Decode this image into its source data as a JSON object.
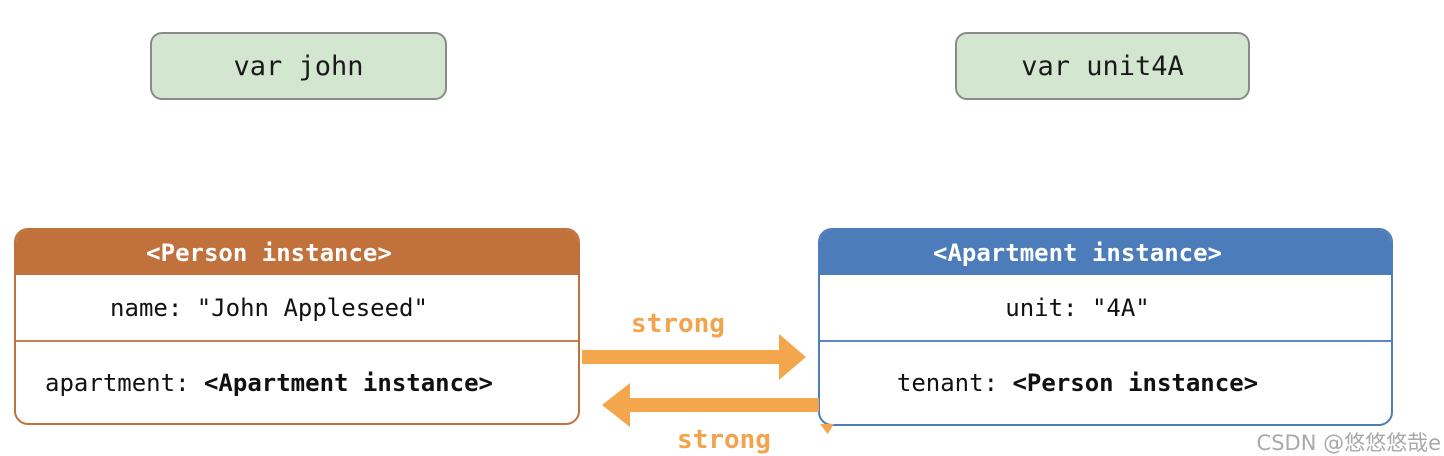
{
  "diagram": {
    "description": "Strong reference cycle between a Person instance and an Apartment instance",
    "variables": [
      {
        "label": "var john"
      },
      {
        "label": "var unit4A"
      }
    ],
    "instances": {
      "person": {
        "title": "<Person instance>",
        "rows": [
          {
            "name": "name: ",
            "value": "\"John Appleseed\""
          },
          {
            "name": "apartment: ",
            "value": "<Apartment instance>"
          }
        ]
      },
      "apartment": {
        "title": "<Apartment instance>",
        "rows": [
          {
            "name": "unit: ",
            "value": "\"4A\""
          },
          {
            "name": "tenant: ",
            "value": "<Person instance>"
          }
        ]
      }
    },
    "references": [
      {
        "from": "Person instance",
        "to": "Apartment instance",
        "label": "strong",
        "direction": "right"
      },
      {
        "from": "Apartment instance",
        "to": "Person instance",
        "label": "strong",
        "direction": "left"
      }
    ],
    "colors": {
      "person_header": "#C1713C",
      "apartment_header": "#4C7CBA",
      "arrow_orange": "#F3A64C",
      "strong_label_orange": "#F2A34C",
      "var_box_fill": "#D3E6D0",
      "var_box_border": "#8A8A8A"
    },
    "watermark": "CSDN @悠悠悠哉e"
  }
}
